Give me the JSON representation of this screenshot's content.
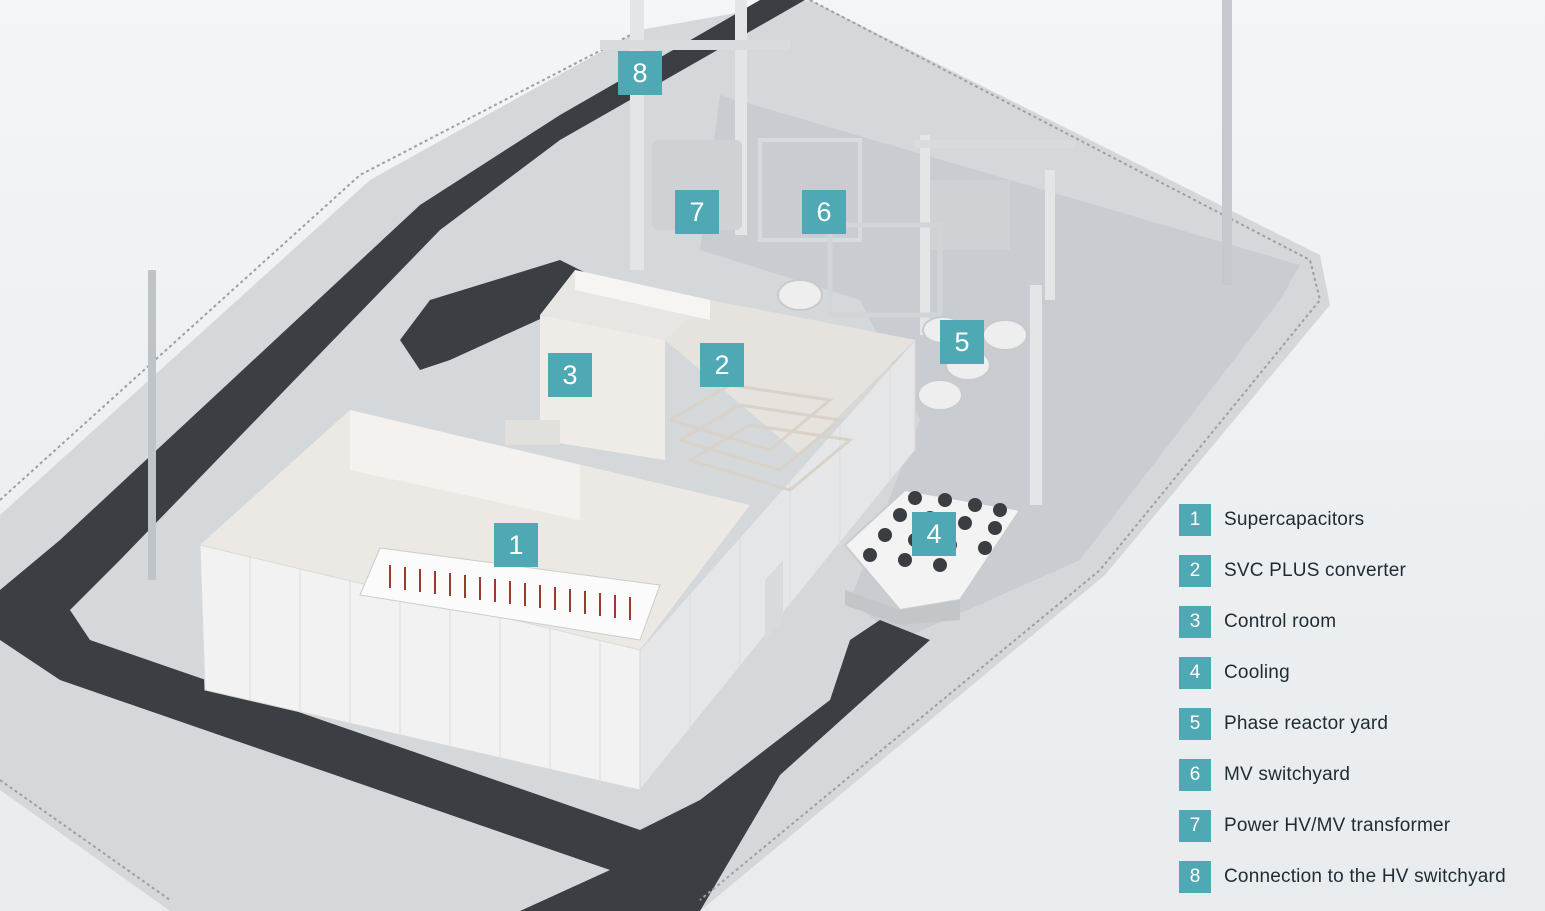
{
  "colors": {
    "accent": "#4ea9b4",
    "ground": "#cfd3d6",
    "road": "#3d4145",
    "building_wall": "#f4f4f4",
    "background": "#eef0f2"
  },
  "markers": [
    {
      "id": "1",
      "label": "1"
    },
    {
      "id": "2",
      "label": "2"
    },
    {
      "id": "3",
      "label": "3"
    },
    {
      "id": "4",
      "label": "4"
    },
    {
      "id": "5",
      "label": "5"
    },
    {
      "id": "6",
      "label": "6"
    },
    {
      "id": "7",
      "label": "7"
    },
    {
      "id": "8",
      "label": "8"
    }
  ],
  "legend": [
    {
      "number": "1",
      "text": "Supercapacitors"
    },
    {
      "number": "2",
      "text": "SVC PLUS converter"
    },
    {
      "number": "3",
      "text": "Control room"
    },
    {
      "number": "4",
      "text": "Cooling"
    },
    {
      "number": "5",
      "text": "Phase reactor yard"
    },
    {
      "number": "6",
      "text": "MV switchyard"
    },
    {
      "number": "7",
      "text": "Power HV/MV transformer"
    },
    {
      "number": "8",
      "text": "Connection to the HV switchyard"
    }
  ]
}
